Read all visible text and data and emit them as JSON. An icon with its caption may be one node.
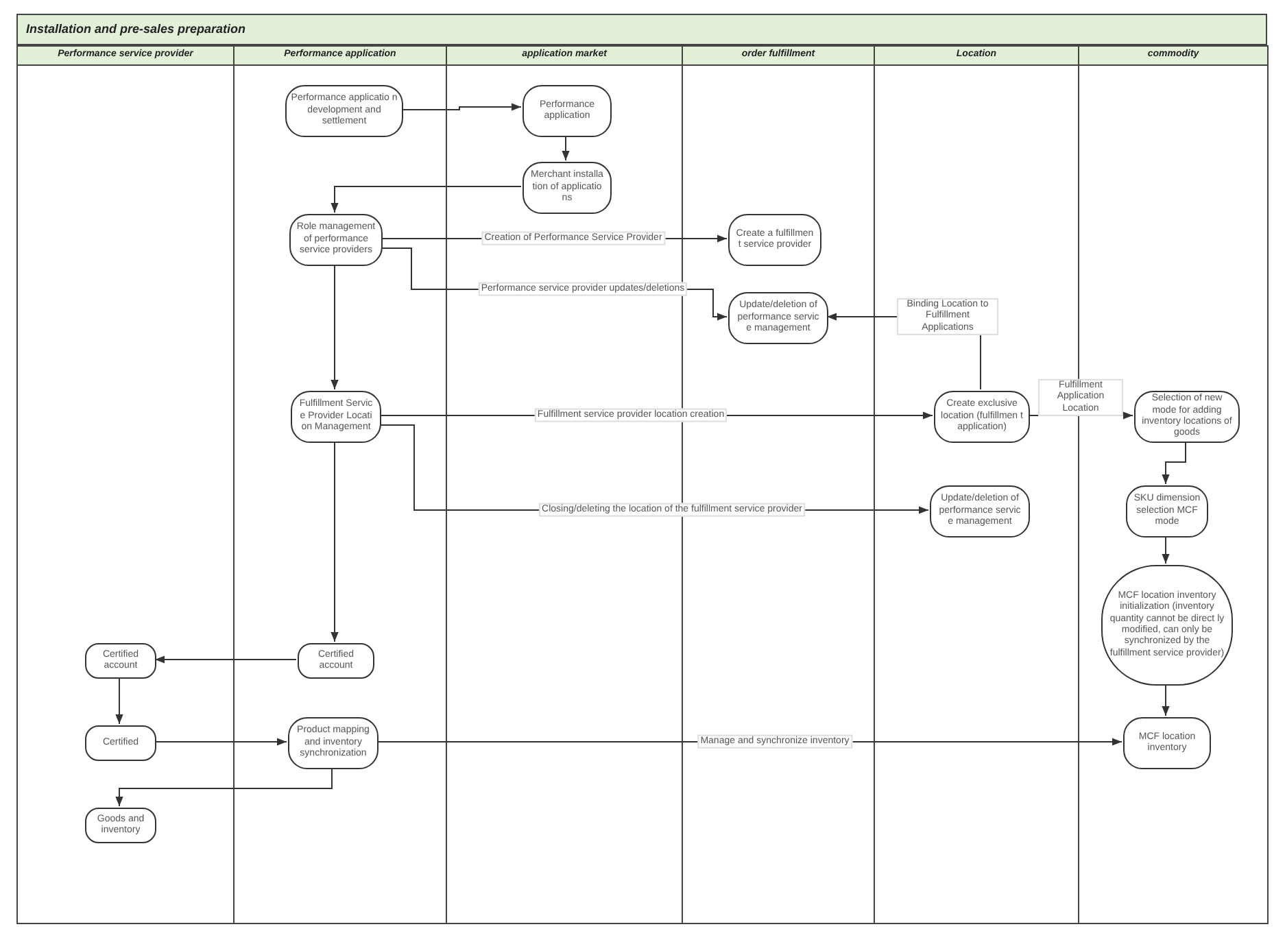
{
  "diagram": {
    "title": "Installation and pre-sales preparation",
    "nodes": [
      {
        "text": [
          "Performance service provider"
        ]
      },
      {
        "text": [
          "Performance application"
        ]
      },
      {
        "text": [
          "application market"
        ]
      },
      {
        "text": [
          "order fulfillment"
        ]
      },
      {
        "text": [
          "Location"
        ]
      },
      {
        "text": [
          "commodity"
        ]
      },
      {
        "text": [
          "Performance applicatio n development and settlement"
        ],
        "in": 1
      },
      {
        "text": [
          "Performance application"
        ],
        "in": 2
      },
      {
        "text": [
          "Merchant installa tion of applicatio ns"
        ],
        "in": 2
      },
      {
        "text": [
          "Role management of performance service providers"
        ],
        "in": 1
      },
      {
        "text": [
          "Create a fulfillmen t service provider"
        ],
        "in": 3
      },
      {
        "text": [
          "Update/deletion of performance servic e management"
        ],
        "in": 3
      },
      {
        "text": [
          "Fulfillment Servic e Provider Locati on Management"
        ],
        "in": 1
      },
      {
        "text": [
          "Create exclusive location (fulfillmen t application)"
        ],
        "in": 4
      },
      {
        "text": [
          "Selection of new mode for adding inventory locations of goods"
        ],
        "in": 5
      },
      {
        "text": [
          "Update/deletion of performance servic e management"
        ],
        "in": 4
      },
      {
        "text": [
          "SKU dimension selection MCF mode"
        ],
        "in": 5
      },
      {
        "text": [
          "MCF location inventory initialization (inventory quantity cannot be direct ly modified, can only be synchronized by the fulfillment service provider)"
        ],
        "in": 5
      },
      {
        "text": [
          "Certified account"
        ],
        "in": 0
      },
      {
        "text": [
          "Certified account"
        ],
        "in": 1
      },
      {
        "text": [
          "Certified"
        ],
        "in": 0
      },
      {
        "text": [
          "Product mapping and inventory synchronization"
        ],
        "in": 1
      },
      {
        "text": [
          "MCF location inventory"
        ],
        "in": 5
      },
      {
        "text": [
          "Goods and inventory"
        ],
        "in": 0
      }
    ],
    "edges": [
      {
        "from": 6,
        "to": 7,
        "arrow": "to"
      },
      {
        "from": 7,
        "to": 8,
        "arrow": "to"
      },
      {
        "from": 8,
        "to": 9,
        "arrow": "to"
      },
      {
        "from": 9,
        "to": 10,
        "arrow": "to",
        "label": "Creation of Performance Service Provider"
      },
      {
        "from": 9,
        "to": 11,
        "arrow": "to",
        "label": "Performance service provider updates/deletions"
      },
      {
        "from": 13,
        "to": 11,
        "arrow": "to",
        "label": "Binding Location to Fulfillment Applications"
      },
      {
        "from": 9,
        "to": 12,
        "arrow": "to"
      },
      {
        "from": 12,
        "to": 13,
        "arrow": "to",
        "label": "Fulfillment service provider location creation"
      },
      {
        "from": 12,
        "to": 15,
        "arrow": "to",
        "label": "Closing/deleting the location of the fulfillment service provider"
      },
      {
        "from": 13,
        "to": 14,
        "arrow": "to",
        "label": "Fulfillment Application Location"
      },
      {
        "from": 14,
        "to": 16,
        "arrow": "to"
      },
      {
        "from": 16,
        "to": 17,
        "arrow": "to"
      },
      {
        "from": 17,
        "to": 22,
        "arrow": "to"
      },
      {
        "from": 12,
        "to": 19,
        "arrow": "to"
      },
      {
        "from": 19,
        "to": 18,
        "arrow": "to"
      },
      {
        "from": 18,
        "to": 20,
        "arrow": "to"
      },
      {
        "from": 20,
        "to": 21,
        "arrow": "to"
      },
      {
        "from": 21,
        "to": 22,
        "arrow": "to",
        "label": "Manage and synchronize inventory"
      },
      {
        "from": 21,
        "to": 23,
        "arrow": "to"
      }
    ]
  }
}
